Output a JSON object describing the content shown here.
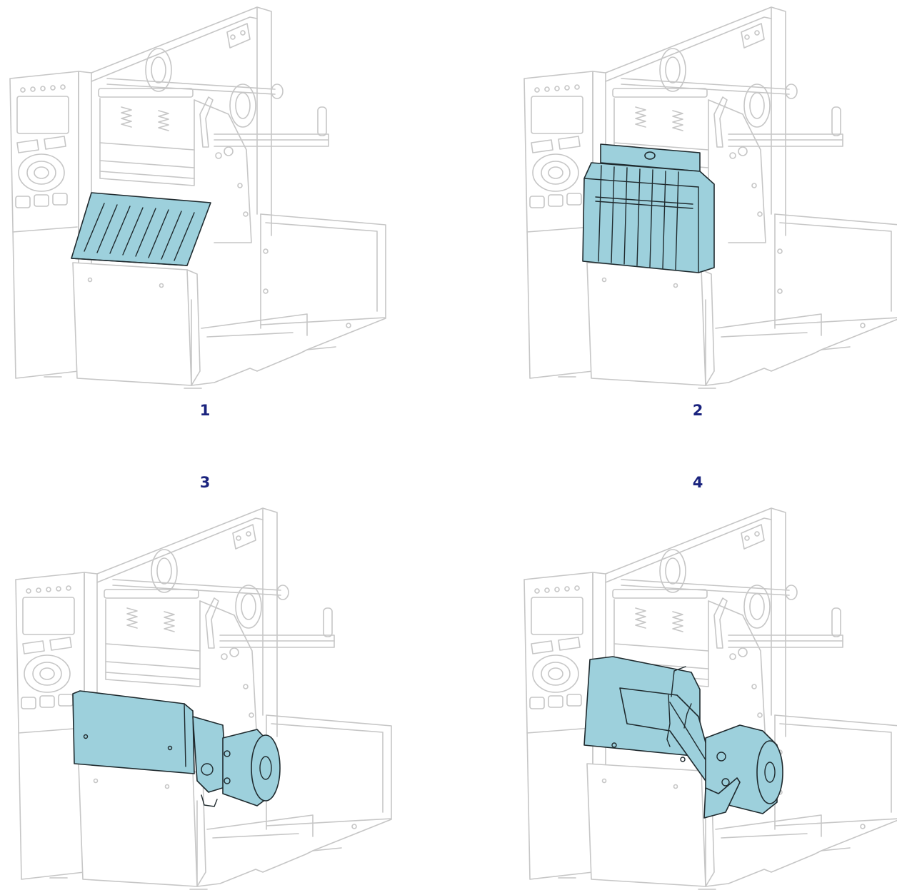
{
  "figure": {
    "accent_color": "#9dd0dc",
    "panels": [
      {
        "label": "1",
        "part": "tear-off-bar",
        "label_position": "below"
      },
      {
        "label": "2",
        "part": "cutter",
        "label_position": "below"
      },
      {
        "label": "3",
        "part": "rewinder",
        "label_position": "above"
      },
      {
        "label": "4",
        "part": "peel-off",
        "label_position": "above"
      }
    ]
  }
}
